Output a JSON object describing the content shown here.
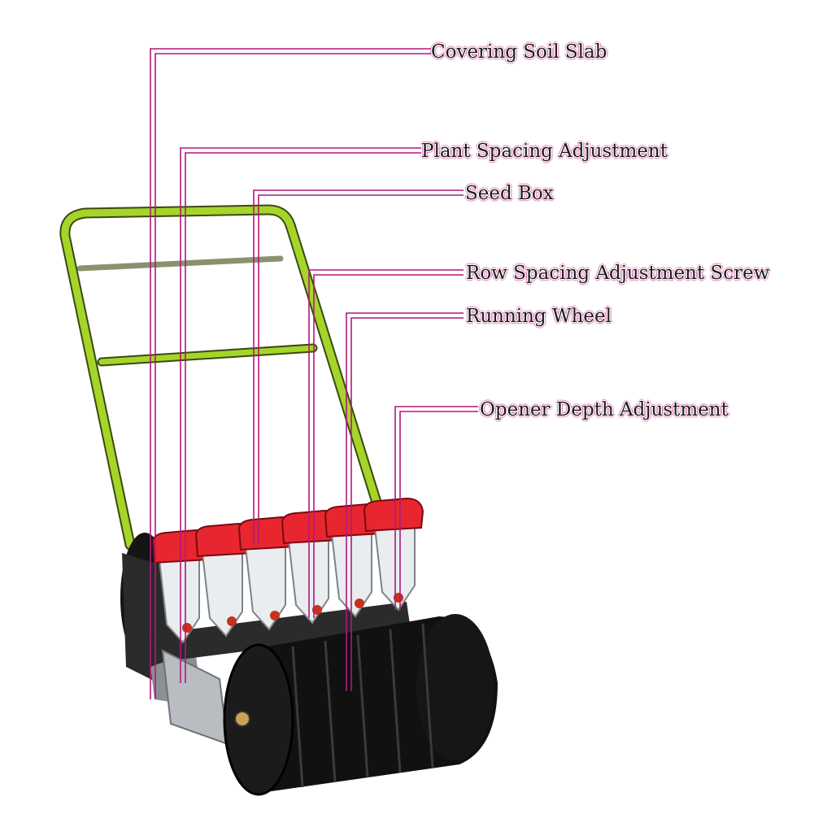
{
  "labels": {
    "covering_soil_slab": "Covering Soil Slab",
    "plant_spacing_adjustment": "Plant Spacing Adjustment",
    "seed_box": "Seed Box",
    "row_spacing_adjustment_screw": "Row Spacing Adjustment Screw",
    "running_wheel": "Running Wheel",
    "opener_depth_adjustment": "Opener Depth Adjustment"
  },
  "colors": {
    "leader_line": "#b0197a",
    "frame": "#9ed11f",
    "hopper_lid": "#e8262f",
    "roller": "#111111",
    "metal": "#b9bcc0"
  }
}
